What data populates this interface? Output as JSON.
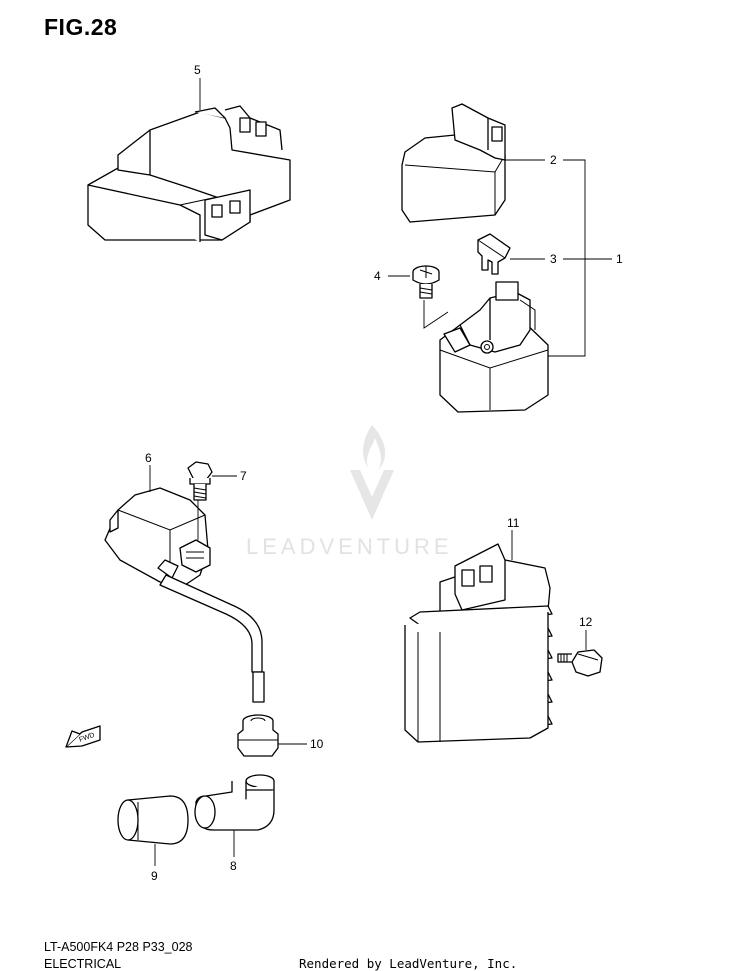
{
  "figure": {
    "title": "FIG.28",
    "model_code": "LT-A500FK4 P28 P33_028",
    "section": "ELECTRICAL",
    "credit": "Rendered by LeadVenture, Inc.",
    "watermark": "LEADVENTURE",
    "fwd_label": "FWD"
  },
  "callouts": [
    "1",
    "2",
    "3",
    "4",
    "5",
    "6",
    "7",
    "8",
    "9",
    "10",
    "11",
    "12"
  ],
  "colors": {
    "line": "#000000",
    "background": "#ffffff",
    "watermark": "#e2e2e2"
  }
}
